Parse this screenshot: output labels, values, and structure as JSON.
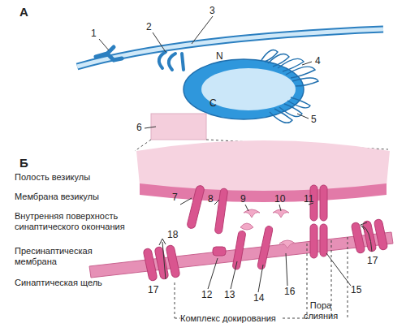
{
  "diagram": {
    "labels": [
      "А",
      "1",
      "2",
      "3",
      "N",
      "4",
      "C",
      "5",
      "6",
      "Б",
      "Полость везикулы",
      "Мембрана везикулы",
      "Внутренняя поверхность синаптического окончания",
      "7",
      "8",
      "9",
      "10",
      "11",
      "18",
      "Пресинаптическая мембрана",
      "17",
      "Синаптическая щель",
      "12",
      "13",
      "14",
      "16",
      "15",
      "17",
      "Комплекс докирования",
      "Пора слияния"
    ]
  }
}
